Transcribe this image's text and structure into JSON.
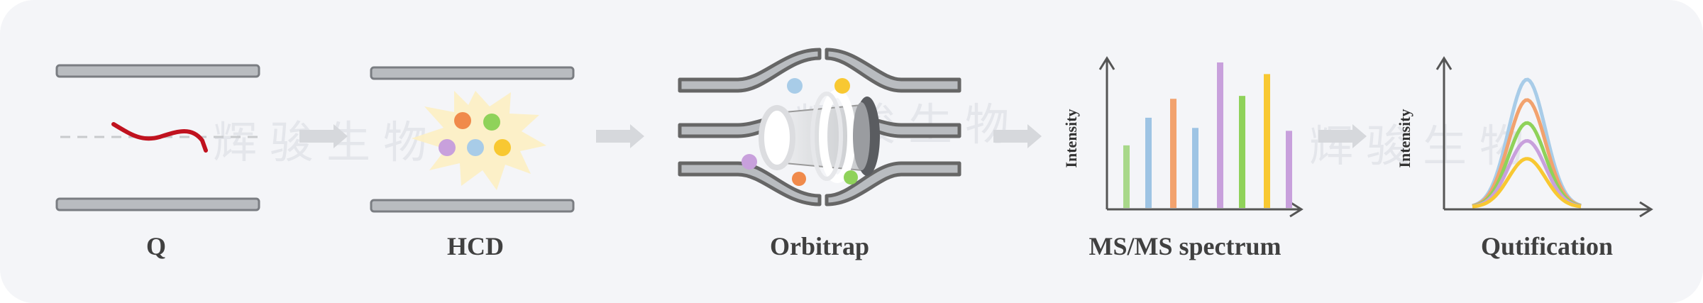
{
  "stages": [
    {
      "id": "q",
      "label": "Q"
    },
    {
      "id": "hcd",
      "label": "HCD"
    },
    {
      "id": "orbitrap",
      "label": "Orbitrap"
    },
    {
      "id": "msms",
      "label": "MS/MS spectrum"
    },
    {
      "id": "quant",
      "label": "Qutification"
    }
  ],
  "axis": {
    "msms_ylabel": "Intensity",
    "quant_ylabel": "Intensity"
  },
  "watermark": "辉骏生物",
  "colors": {
    "plate": "#b9bcc0",
    "plate_border": "#7a7d82",
    "arrow": "#d6d8dc",
    "peptide": "#c0121f",
    "orange": "#f08a4b",
    "green": "#8fd25a",
    "purple": "#c8a0dc",
    "blue": "#a8cce8",
    "yellow": "#f8c832",
    "burst": "#fdefc2"
  },
  "chart_data": [
    {
      "type": "bar",
      "title": "",
      "ylabel": "Intensity",
      "xlabel": "",
      "series": [
        {
          "values": [
            0.43,
            0.62,
            0.75,
            0.55,
            1.0,
            0.77,
            0.92,
            0.53
          ]
        }
      ],
      "bar_colors": [
        "#a8d88a",
        "#9ec4e4",
        "#f2a26e",
        "#9ec4e4",
        "#c8a0dc",
        "#8fd25a",
        "#f8c832",
        "#c8a0dc"
      ],
      "grid": false,
      "legend": "none"
    },
    {
      "type": "line",
      "title": "",
      "ylabel": "Intensity",
      "xlabel": "",
      "series": [
        {
          "peak": 1.0,
          "color": "#a8cce8"
        },
        {
          "peak": 0.84,
          "color": "#f2a26e"
        },
        {
          "peak": 0.66,
          "color": "#8fd25a"
        },
        {
          "peak": 0.52,
          "color": "#c8a0dc"
        },
        {
          "peak": 0.38,
          "color": "#f8c832"
        }
      ],
      "grid": false,
      "legend": "none"
    }
  ]
}
